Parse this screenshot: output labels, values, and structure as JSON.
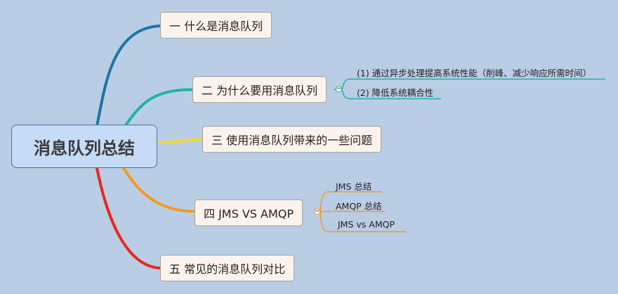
{
  "root": {
    "label": "消息队列总结"
  },
  "topics": [
    {
      "label": "一 什么是消息队列",
      "color": "#1b76a3"
    },
    {
      "label": "二 为什么要用消息队列",
      "color": "#1fb5a2",
      "children": [
        "(1) 通过异步处理提高系统性能（削峰、减少响应所需时间）",
        "(2) 降低系统耦合性"
      ]
    },
    {
      "label": "三 使用消息队列带来的一些问题",
      "color": "#f2d73a"
    },
    {
      "label": "四 JMS VS AMQP",
      "color": "#f39a1d",
      "children": [
        "JMS 总结",
        "AMQP 总结",
        "JMS vs AMQP"
      ]
    },
    {
      "label": "五 常见的消息队列对比",
      "color": "#e8271f"
    }
  ],
  "collapse_symbol": "−"
}
